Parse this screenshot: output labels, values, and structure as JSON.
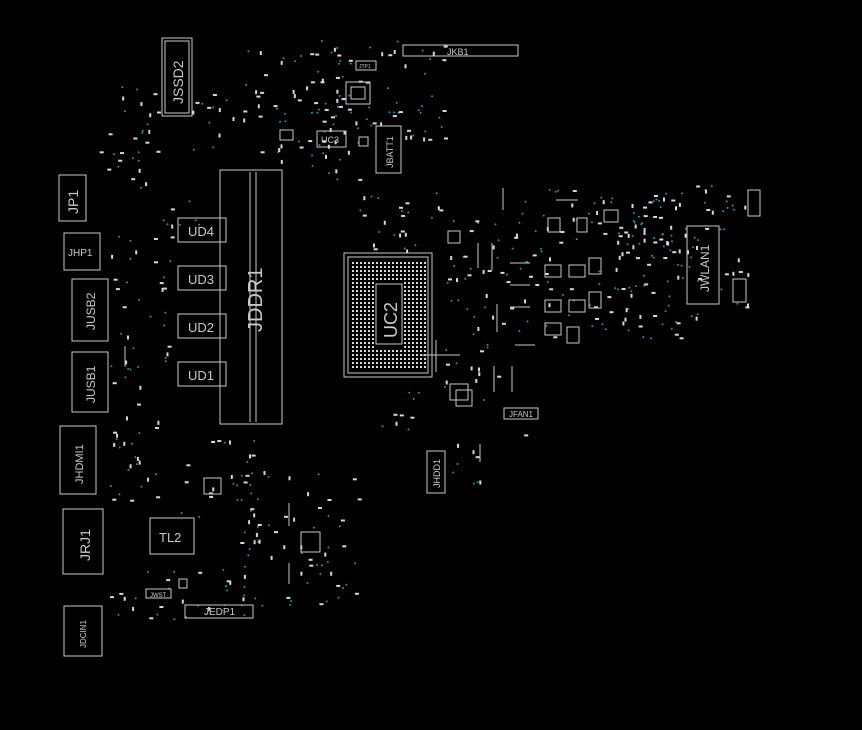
{
  "view": {
    "background": "#000000",
    "outline_color": "#c8c8c8",
    "via_color": "#2a8fb0"
  },
  "components": {
    "jssd2": "JSSD2",
    "jkb1": "JKB1",
    "jtp1": "JTP1",
    "uc3": "UC3",
    "jbatt1": "JBATT1",
    "jp1": "JP1",
    "jhp1": "JHP1",
    "jusb2": "JUSB2",
    "jusb1": "JUSB1",
    "jhdmi1": "JHDMI1",
    "jrj1": "JRJ1",
    "tl2": "TL2",
    "jdcin1": "JDCIN1",
    "jedp1": "JEDP1",
    "jwst": "JWST",
    "jddr1": "JDDR1",
    "ud4": "UD4",
    "ud3": "UD3",
    "ud2": "UD2",
    "ud1": "UD1",
    "uc2": "UC2",
    "jwlan1": "JWLAN1",
    "jfan1": "JFAN1",
    "jhdd1": "JHDD1"
  }
}
